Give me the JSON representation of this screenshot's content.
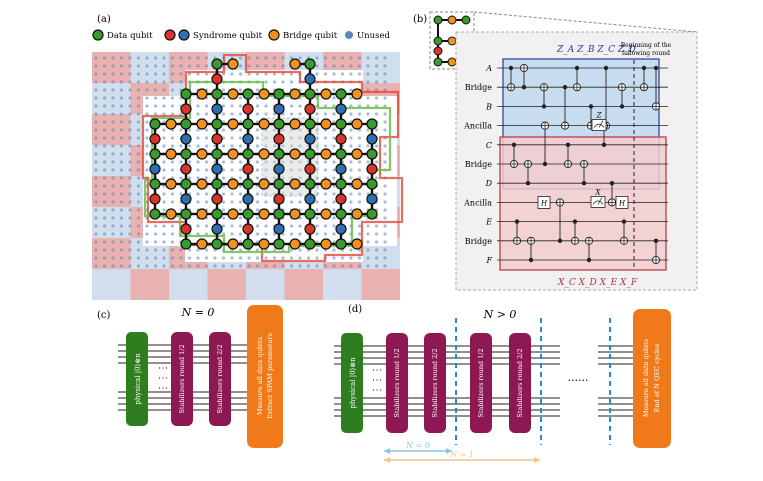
{
  "panel_a": {
    "label": "(a)",
    "legend": {
      "data": "Data qubit",
      "syndrome": "Syndrome qubit",
      "bridge": "Bridge qubit",
      "unused": "Unused"
    },
    "colors": {
      "data": "#3a9a2e",
      "syndrome_red": "#d8342c",
      "syndrome_blue": "#2d6fb0",
      "bridge": "#f0931e",
      "unused": "#5d86b9",
      "tile_red": "#e6a3a3",
      "tile_blue": "#c9d8ea"
    }
  },
  "panel_b": {
    "label": "(b)",
    "top_label": "Z_A Z_B Z_C Z_D",
    "bottom_label": "X_C X_D X_E X_F",
    "note_line1": "Beginning of the",
    "note_line2": "following round",
    "rows": [
      "A",
      "Bridge",
      "B",
      "Ancilla",
      "C",
      "Bridge",
      "D",
      "Ancilla",
      "E",
      "Bridge",
      "F"
    ],
    "z_meas": "Z",
    "x_meas": "X",
    "h_gate": "H"
  },
  "panel_c": {
    "label": "(c)",
    "title": "N = 0",
    "init": "physical |0⟩⊗n",
    "round1": "Stabilizers round 1/2",
    "round2": "Stabilizers round 2/2",
    "measure_line1": "Measure all data qubits",
    "measure_line2": "Extract SPAM parameters",
    "dots": "⋮⋮⋮"
  },
  "panel_d": {
    "label": "(d)",
    "title": "N > 0",
    "init": "physical |0⟩⊗n",
    "round1": "Stabilizers round 1/2",
    "round2": "Stabilizers round 2/2",
    "round3": "Stabilizers round 1/2",
    "round4": "Stabilizers round 2/2",
    "dots": "......",
    "measure_line1": "Measure all data qubits",
    "measure_line2": "End of N QEC cycles",
    "n0": "N = 0",
    "n1": "N = 1"
  }
}
